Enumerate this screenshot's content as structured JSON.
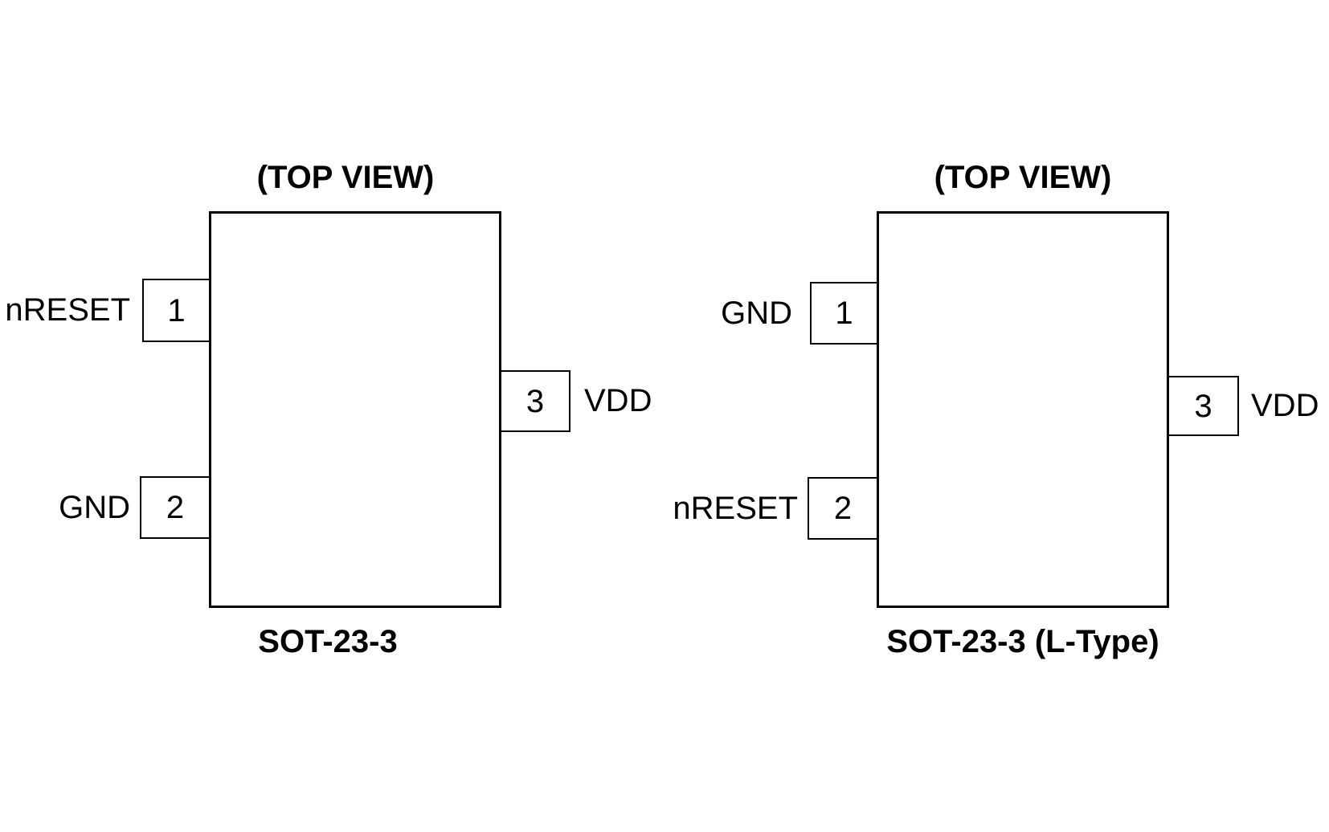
{
  "page": {
    "background_color": "#ffffff",
    "ink_color": "#000000"
  },
  "diagrams": [
    {
      "view_label": "(TOP VIEW)",
      "package_name": "SOT-23-3",
      "pins": [
        {
          "number": "1",
          "name": "nRESET",
          "side": "left"
        },
        {
          "number": "2",
          "name": "GND",
          "side": "left"
        },
        {
          "number": "3",
          "name": "VDD",
          "side": "right"
        }
      ]
    },
    {
      "view_label": "(TOP VIEW)",
      "package_name": "SOT-23-3 (L-Type)",
      "pins": [
        {
          "number": "1",
          "name": "GND",
          "side": "left"
        },
        {
          "number": "2",
          "name": "nRESET",
          "side": "left"
        },
        {
          "number": "3",
          "name": "VDD",
          "side": "right"
        }
      ]
    }
  ]
}
